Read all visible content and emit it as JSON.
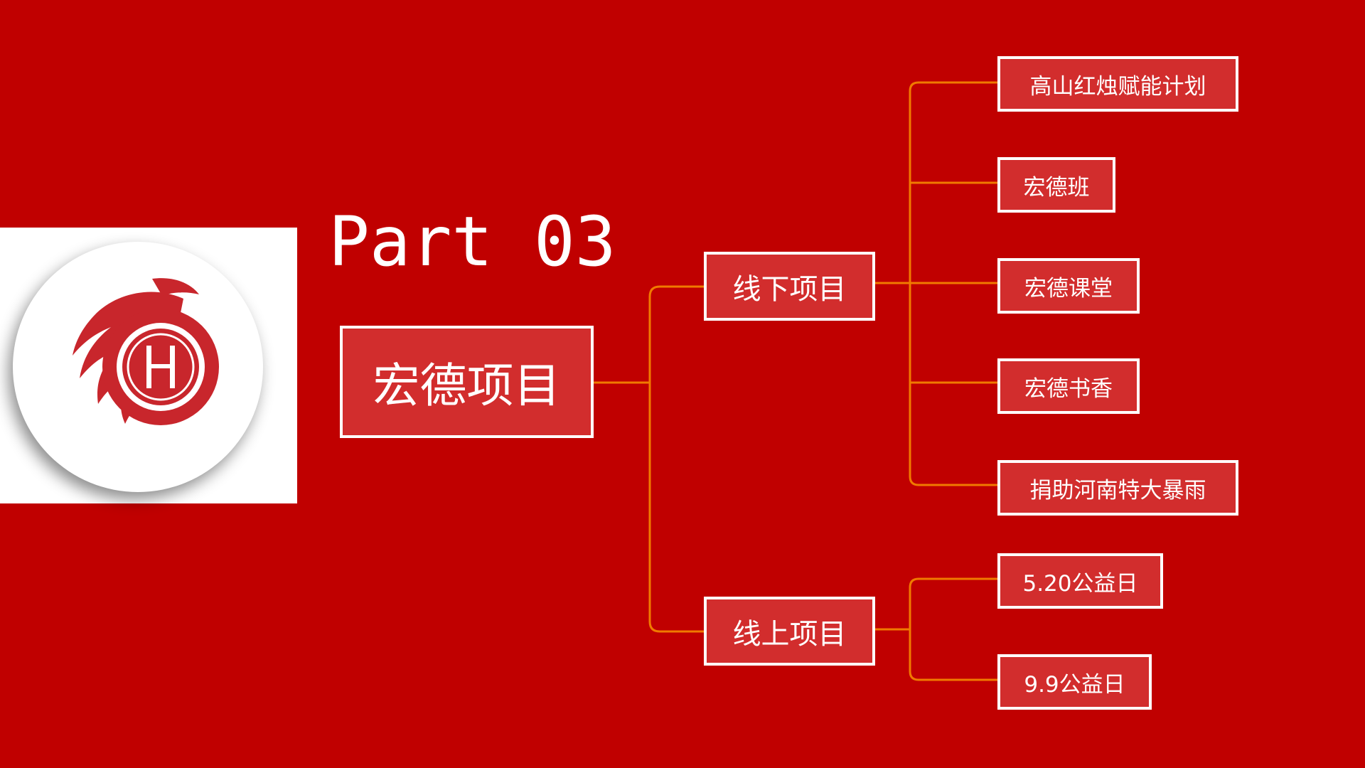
{
  "slide": {
    "section_title": "Part 03",
    "logo": {
      "icon": "phoenix-h-emblem-icon",
      "brand_color": "#c8262c"
    }
  },
  "diagram": {
    "type": "mind-map-tree",
    "connector_color": "#f07a00",
    "root": {
      "label": "宏德项目"
    },
    "branches": [
      {
        "label": "线下项目",
        "children": [
          {
            "label": "高山红烛赋能计划"
          },
          {
            "label": "宏德班"
          },
          {
            "label": "宏德课堂"
          },
          {
            "label": "宏德书香"
          },
          {
            "label": "捐助河南特大暴雨"
          }
        ]
      },
      {
        "label": "线上项目",
        "children": [
          {
            "label": "5.20公益日"
          },
          {
            "label": "9.9公益日"
          }
        ]
      }
    ]
  },
  "colors": {
    "background": "#c00000",
    "node_fill": "#d22d2d",
    "node_border": "#ffffff",
    "text": "#ffffff"
  }
}
